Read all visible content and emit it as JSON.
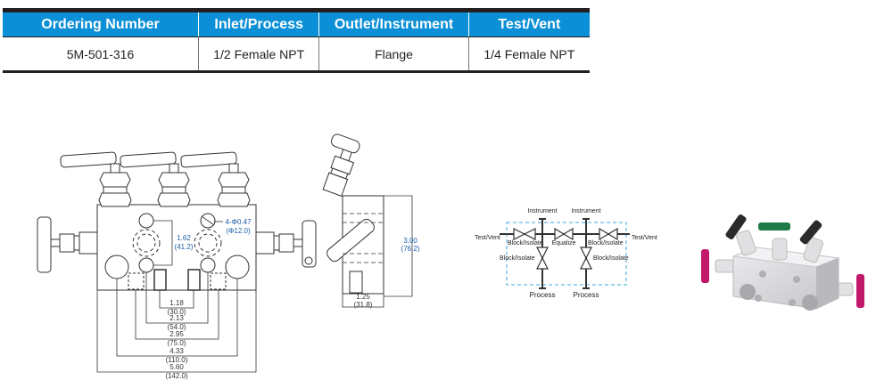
{
  "table": {
    "headers": [
      "Ordering Number",
      "Inlet/Process",
      "Outlet/Instrument",
      "Test/Vent"
    ],
    "rows": [
      [
        "5M-501-316",
        "1/2 Female NPT",
        "Flange",
        "1/4 Female NPT"
      ]
    ],
    "header_color": "#0b8fd6",
    "rule_color": "#231f20"
  },
  "front_view": {
    "hole_callout": "4-Φ0.47",
    "hole_callout_mm": "(Φ12.0)",
    "dim_vertical": "1.62",
    "dim_vertical_mm": "(41.2)",
    "dims": [
      {
        "in": "1.18",
        "mm": "(30.0)"
      },
      {
        "in": "2.13",
        "mm": "(54.0)"
      },
      {
        "in": "2.95",
        "mm": "(75.0)"
      },
      {
        "in": "4.33",
        "mm": "(110.0)"
      },
      {
        "in": "5.60",
        "mm": "(142.0)"
      }
    ],
    "dim_color": "#1a5ea8"
  },
  "side_view": {
    "height": "3.00",
    "height_mm": "(76.2)",
    "width": "1.25",
    "width_mm": "(31.8)"
  },
  "schematic": {
    "instrument_left": "Instrument",
    "instrument_right": "Instrument",
    "test_vent_left": "Test/Vent",
    "test_vent_right": "Test/Vent",
    "block_isolate_tl": "Block/Isolate",
    "equalize": "Equalize",
    "block_isolate_tr": "Block/Isolate",
    "block_isolate_bl": "Block/Isolate",
    "block_isolate_br": "Block/Isolate",
    "process_left": "Process",
    "process_right": "Process",
    "border_color": "#3fa9e0"
  },
  "render_3d": {
    "handle_black": "#2b2b2b",
    "handle_green": "#1f7a45",
    "handle_magenta": "#c2186b",
    "body_color": "#d9d9dc"
  }
}
